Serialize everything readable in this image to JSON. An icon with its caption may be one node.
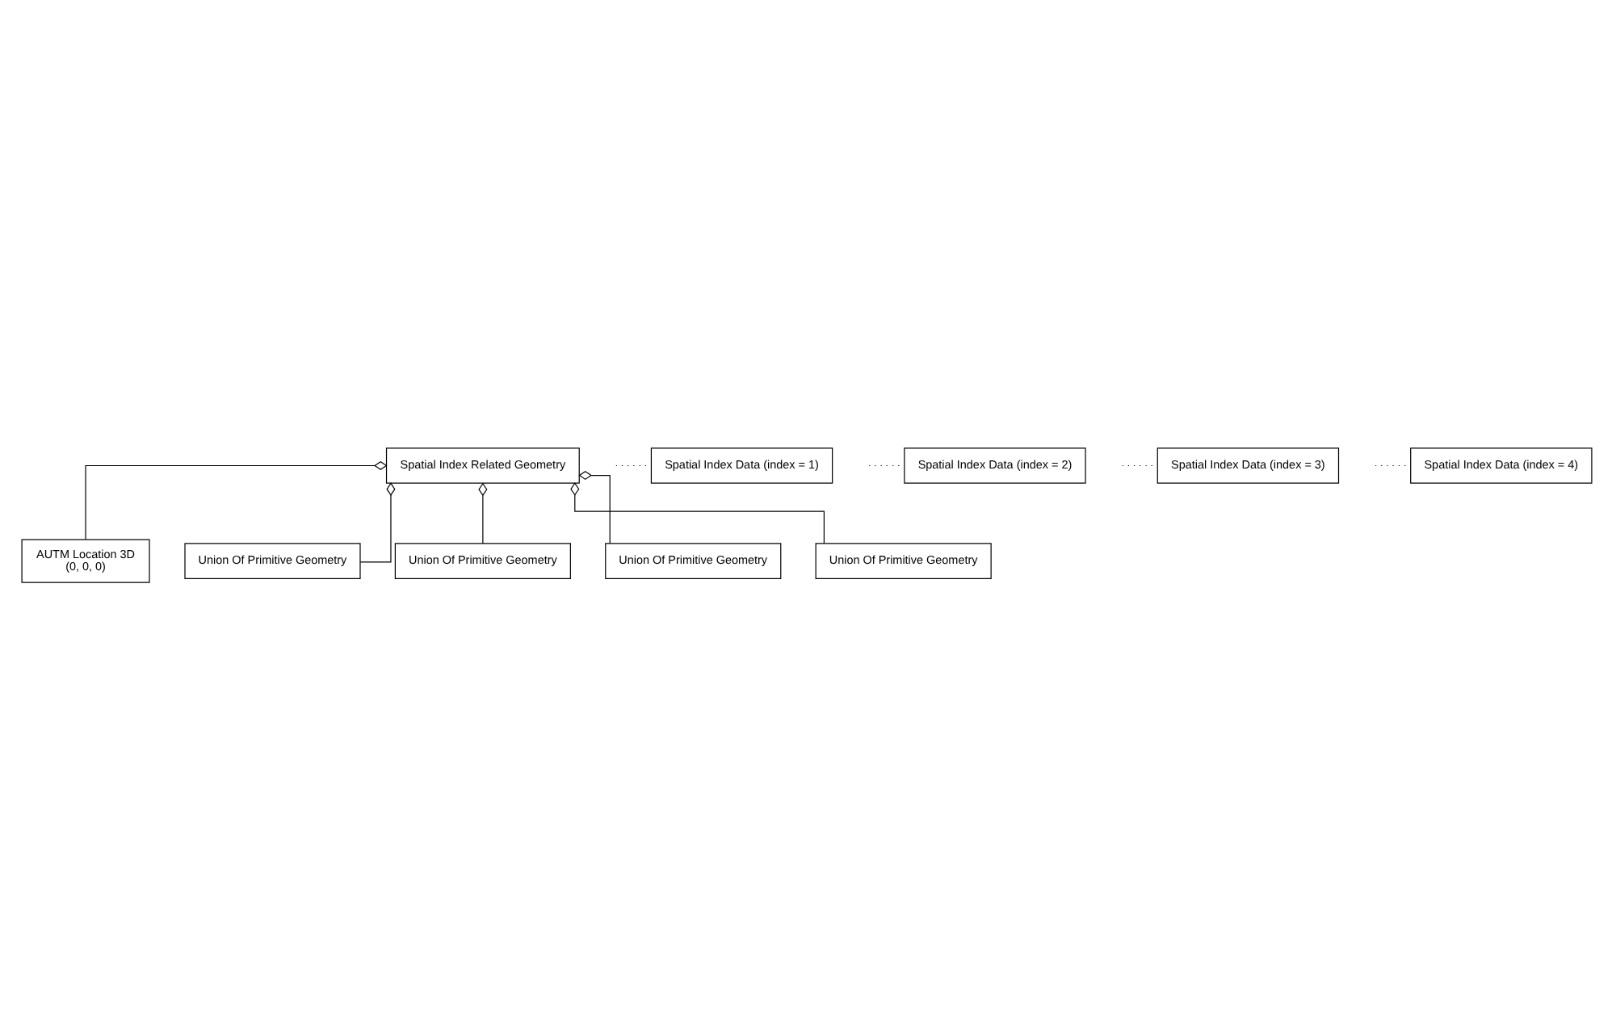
{
  "diagram": {
    "nodes": [
      {
        "text": [
          "Spatial Index Related Geometry"
        ]
      },
      {
        "text": [
          "AUTM Location 3D",
          "(0, 0, 0)"
        ]
      },
      {
        "text": [
          "Spatial Index Data (index = 1)"
        ]
      },
      {
        "text": [
          "Spatial Index Data (index = 2)"
        ]
      },
      {
        "text": [
          "Spatial Index Data (index = 3)"
        ]
      },
      {
        "text": [
          "Spatial Index Data (index = 4)"
        ]
      },
      {
        "text": [
          "Union Of Primitive Geometry"
        ]
      },
      {
        "text": [
          "Union Of Primitive Geometry"
        ]
      },
      {
        "text": [
          "Union Of Primitive Geometry"
        ]
      },
      {
        "text": [
          "Union Of Primitive Geometry"
        ]
      }
    ],
    "edges": [
      {
        "from": 0,
        "to": 1,
        "arrow": "other"
      },
      {
        "from": 0,
        "to": 6,
        "arrow": "other"
      },
      {
        "from": 0,
        "to": 7,
        "arrow": "other"
      },
      {
        "from": 0,
        "to": 8,
        "arrow": "other"
      },
      {
        "from": 0,
        "to": 9,
        "arrow": "other"
      },
      {
        "from": null,
        "to": 2,
        "arrow": "none",
        "style": "dashed"
      },
      {
        "from": null,
        "to": 3,
        "arrow": "none",
        "style": "dashed"
      },
      {
        "from": null,
        "to": 4,
        "arrow": "none",
        "style": "dashed"
      },
      {
        "from": null,
        "to": 5,
        "arrow": "none",
        "style": "dashed"
      }
    ]
  }
}
